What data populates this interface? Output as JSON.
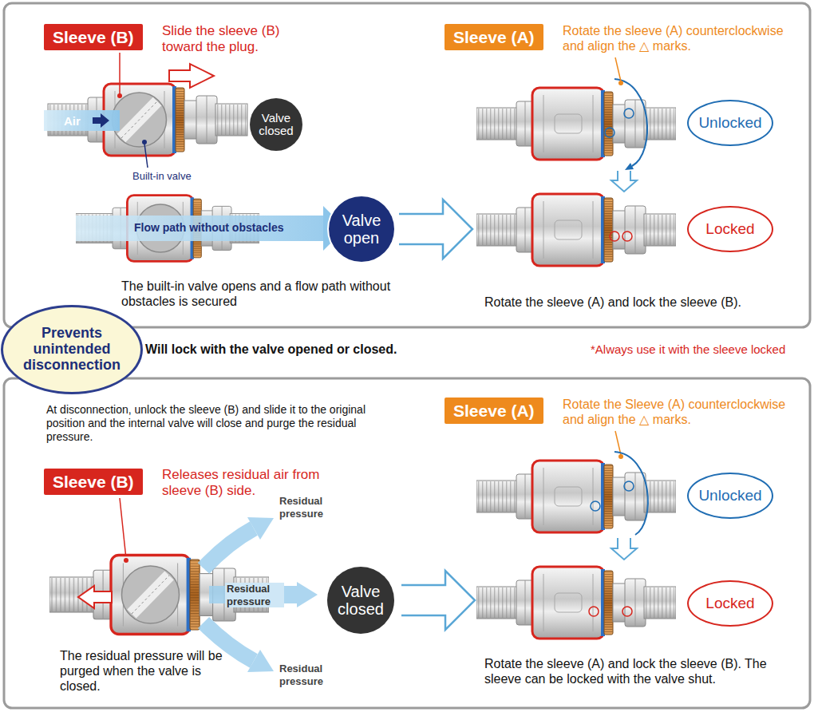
{
  "diagram": {
    "nodes": [
      {
        "text": [
          "Sleeve (B)"
        ]
      },
      {
        "text": [
          "Valve closed"
        ]
      },
      {
        "text": [
          "Valve open"
        ]
      },
      {
        "text": [
          "Sleeve (A)"
        ]
      },
      {
        "text": [
          "Unlocked"
        ]
      },
      {
        "text": [
          "Locked"
        ]
      },
      {
        "text": [
          "Prevents unintended disconnection"
        ]
      },
      {
        "text": [
          "Sleeve (A)"
        ]
      },
      {
        "text": [
          "Unlocked"
        ]
      },
      {
        "text": [
          "Locked"
        ]
      },
      {
        "text": [
          "Sleeve (B)"
        ]
      },
      {
        "text": [
          "Valve closed"
        ]
      }
    ],
    "labels": [
      "Slide the sleeve (B) toward the plug.",
      "Air",
      "Built-in valve",
      "Flow path without obstacles",
      "The built-in valve opens and a flow path without obstacles is secured",
      "Rotate the sleeve (A) counterclockwise and align the △ marks.",
      "Rotate the sleeve (A) and lock the sleeve (B).",
      "Will lock with the valve opened or closed.",
      "*Always use it with the sleeve locked",
      "At disconnection, unlock the sleeve (B) and slide it to the original position and the internal valve will close and purge the residual pressure.",
      "Rotate the Sleeve (A) counterclockwise and align the △ marks.",
      "Releases residual air from sleeve (B) side.",
      "Residual pressure",
      "Residual pressure",
      "Residual pressure",
      "The residual pressure will be purged when the valve is closed.",
      "Rotate the sleeve (A) and lock the sleeve (B). The sleeve can be locked with the valve shut."
    ]
  }
}
